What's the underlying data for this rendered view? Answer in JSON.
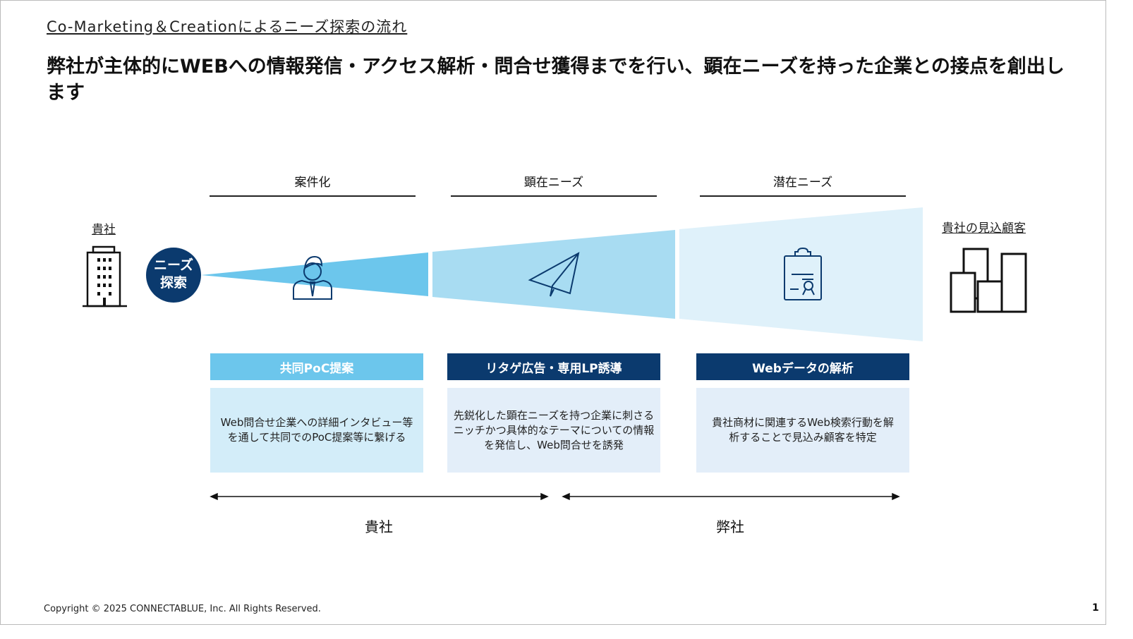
{
  "subtitle": "Co-Marketing＆Creationによるニーズ探索の流れ",
  "title": "弊社が主体的にWEBへの情報発信・アクセス解析・問合せ獲得までを行い、顕在ニーズを持った企業との接点を創出します",
  "left_label": "貴社",
  "right_label": "貴社の見込顧客",
  "circle": {
    "line1": "ニーズ",
    "line2": "探索"
  },
  "phases": [
    "案件化",
    "顕在ニーズ",
    "潜在ニーズ"
  ],
  "steps": [
    {
      "head": "共同PoC提案",
      "body": "Web問合せ企業への詳細インタビュー等を通して共同でのPoC提案等に繋げる"
    },
    {
      "head": "リタゲ広告・専用LP誘導",
      "body": "先鋭化した顕在ニーズを持つ企業に刺さるニッチかつ具体的なテーマについての情報を発信し、Web問合せを誘発"
    },
    {
      "head": "Webデータの解析",
      "body": "貴社商材に関連するWeb検索行動を解析することで見込み顧客を特定"
    }
  ],
  "owners": [
    "貴社",
    "弊社"
  ],
  "footer": "Copyright © 2025 CONNECTABLUE, Inc. All Rights Reserved.",
  "page": "1",
  "colors": {
    "navy": "#0b3a6e",
    "blue1": "#6cc6ec",
    "blue2": "#a8dcf2",
    "blue3": "#dff1fa",
    "box1": "#d3edf9",
    "box2": "#e3eef9"
  }
}
